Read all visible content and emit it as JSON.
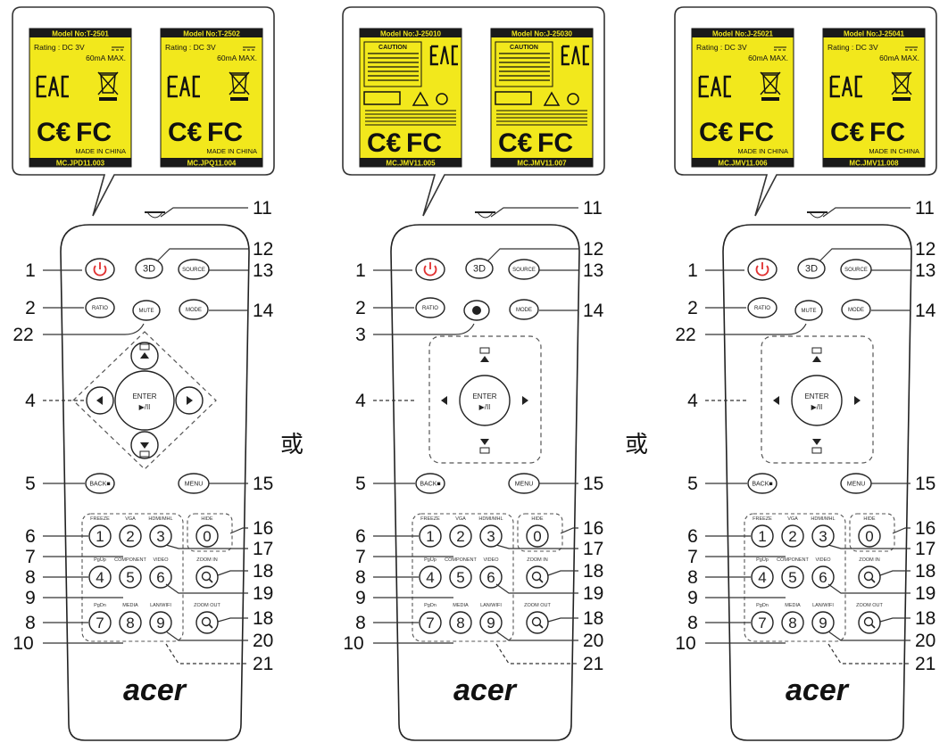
{
  "separator": "或",
  "brand": "acer",
  "remotes": [
    {
      "labels": [
        {
          "model": "Model No:T-2501",
          "rating": "Rating : DC 3V",
          "current": "60mA MAX.",
          "made": "MADE IN CHINA",
          "code": "MC.JPD11.003"
        },
        {
          "model": "Model No:T-2502",
          "rating": "Rating : DC 3V",
          "current": "60mA MAX.",
          "made": "MADE IN CHINA",
          "code": "MC.JPQ11.004"
        }
      ],
      "callouts": {
        "left": [
          "1",
          "2",
          "22",
          "4",
          "5",
          "6",
          "7",
          "8",
          "9",
          "8",
          "10"
        ],
        "right": [
          "11",
          "12",
          "13",
          "14",
          "15",
          "16",
          "17",
          "18",
          "19",
          "18",
          "20",
          "21"
        ]
      },
      "buttons": {
        "b3d": "3D",
        "source": "SOURCE",
        "ratio": "RATIO",
        "middle": "MUTE",
        "mode": "MODE",
        "enter": "ENTER",
        "playpause": "▶/II",
        "back": "BACK■",
        "menu": "MENU"
      },
      "keys": [
        "1",
        "2",
        "3",
        "0",
        "4",
        "5",
        "6",
        "7",
        "8",
        "9"
      ],
      "key_captions": [
        "FREEZE",
        "VGA",
        "HDMI/MHL",
        "HIDE",
        "PgUp",
        "COMPONENT",
        "VIDEO",
        "ZOOM IN",
        "PgDn",
        "MEDIA",
        "LAN/WIFI",
        "ZOOM OUT"
      ]
    },
    {
      "labels": [
        {
          "model": "Model No:J-25010",
          "caution": "CAUTION",
          "code": "MC.JMV11.005"
        },
        {
          "model": "Model No:J-25030",
          "caution": "CAUTION",
          "code": "MC.JMV11.007"
        }
      ],
      "callouts": {
        "left": [
          "1",
          "2",
          "3",
          "4",
          "5",
          "6",
          "7",
          "8",
          "9",
          "8",
          "10"
        ],
        "right": [
          "11",
          "12",
          "13",
          "14",
          "15",
          "16",
          "17",
          "18",
          "19",
          "18",
          "20",
          "21"
        ]
      },
      "buttons": {
        "b3d": "3D",
        "source": "SOURCE",
        "ratio": "RATIO",
        "middle": "",
        "mode": "MODE",
        "enter": "ENTER",
        "playpause": "▶/II",
        "back": "BACK■",
        "menu": "MENU"
      },
      "keys": [
        "1",
        "2",
        "3",
        "0",
        "4",
        "5",
        "6",
        "7",
        "8",
        "9"
      ],
      "key_captions": [
        "FREEZE",
        "VGA",
        "HDMI/MHL",
        "HIDE",
        "PgUp",
        "COMPONENT",
        "VIDEO",
        "ZOOM IN",
        "PgDn",
        "MEDIA",
        "LAN/WIFI",
        "ZOOM OUT"
      ]
    },
    {
      "labels": [
        {
          "model": "Model No:J-25021",
          "rating": "Rating : DC 3V",
          "current": "60mA MAX.",
          "made": "MADE IN CHINA",
          "code": "MC.JMV11.006"
        },
        {
          "model": "Model No:J-25041",
          "rating": "Rating : DC 3V",
          "current": "60mA MAX.",
          "made": "MADE IN CHINA",
          "code": "MC.JMV11.008"
        }
      ],
      "callouts": {
        "left": [
          "1",
          "2",
          "22",
          "4",
          "5",
          "6",
          "7",
          "8",
          "9",
          "8",
          "10"
        ],
        "right": [
          "11",
          "12",
          "13",
          "14",
          "15",
          "16",
          "17",
          "18",
          "19",
          "18",
          "20",
          "21"
        ]
      },
      "buttons": {
        "b3d": "3D",
        "source": "SOURCE",
        "ratio": "RATIO",
        "middle": "MUTE",
        "mode": "MODE",
        "enter": "ENTER",
        "playpause": "▶/II",
        "back": "BACK■",
        "menu": "MENU"
      },
      "keys": [
        "1",
        "2",
        "3",
        "0",
        "4",
        "5",
        "6",
        "7",
        "8",
        "9"
      ],
      "key_captions": [
        "FREEZE",
        "VGA",
        "HDMI/MHL",
        "HIDE",
        "PgUp",
        "COMPONENT",
        "VIDEO",
        "ZOOM IN",
        "PgDn",
        "MEDIA",
        "LAN/WIFI",
        "ZOOM OUT"
      ]
    }
  ]
}
